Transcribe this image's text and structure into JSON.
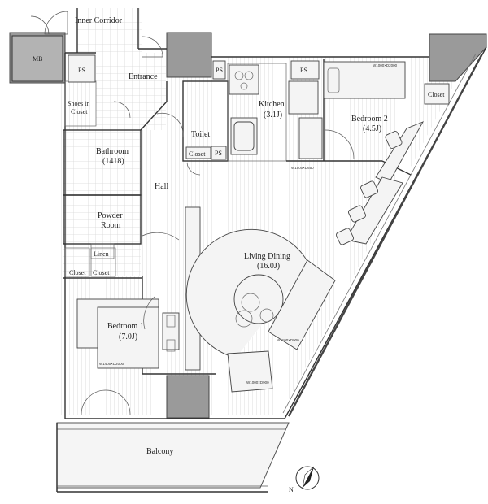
{
  "rooms": {
    "inner_corridor": "Inner Corridor",
    "mb": "MB",
    "ps_entrance": "PS",
    "ps_kitchen": "PS",
    "ps_room2": "PS",
    "ps_toilet": "PS",
    "entrance": "Entrance",
    "shoes_closet_line1": "Shoes in",
    "shoes_closet_line2": "Closet",
    "bathroom": "Bathroom",
    "bathroom_size": "(1418)",
    "powder_room_line1": "Powder",
    "powder_room_line2": "Room",
    "linen": "Linen",
    "closet_left": "Closet",
    "closet_right": "Closet",
    "hall": "Hall",
    "toilet": "Toilet",
    "toilet_closet": "Closet",
    "kitchen": "Kitchen",
    "kitchen_size": "(3.1J)",
    "room2": "Bedroom 2",
    "room2_size": "(4.5J)",
    "room2_closet": "Closet",
    "living_dining": "Living Dining",
    "living_dining_size": "(16.0J)",
    "room1": "Bedroom 1",
    "room1_size": "(7.0J)",
    "balcony": "Balcony"
  },
  "dimensions": {
    "bed_room2": "W1000×D2000",
    "fridge": "W1500×D650",
    "bed_room1": "W1400×D2000",
    "sofa_long": "W2100×D900",
    "sofa_chair": "W1000×D900"
  },
  "compass": {
    "north": "N"
  }
}
